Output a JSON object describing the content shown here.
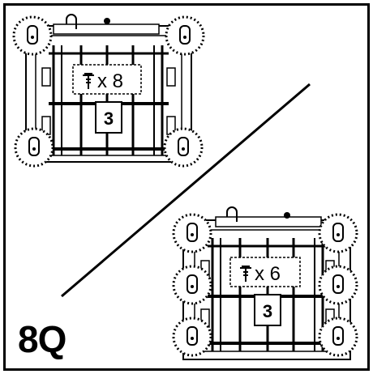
{
  "step": {
    "label": "8Q"
  },
  "variants": [
    {
      "screw_count_label": "x 8",
      "part_label": "3",
      "caster_count": 4
    },
    {
      "screw_count_label": "x 6",
      "part_label": "3",
      "caster_count": 6
    }
  ],
  "icons": {
    "screw": "screw-icon",
    "caster": "caster-wheel-icon"
  }
}
